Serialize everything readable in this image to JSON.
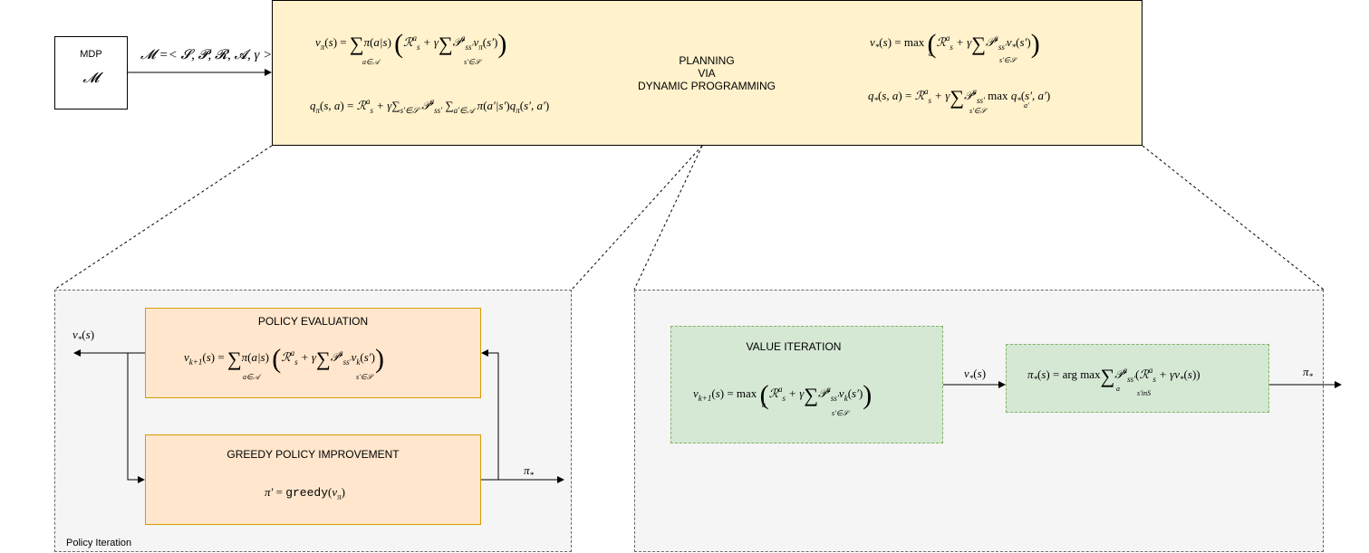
{
  "mdp": {
    "title": "MDP",
    "symbol": "𝓜"
  },
  "mdp_tuple": "𝓜 =< 𝓢, 𝓟, 𝓡, 𝓐, γ >",
  "planning": {
    "line1": "PLANNING",
    "line2": "VIA",
    "line3": "DYNAMIC PROGRAMMING"
  },
  "policy_iteration": {
    "caption": "Policy Iteration",
    "evaluation_title": "POLICY EVALUATION",
    "improvement_title": "GREEDY POLICY IMPROVEMENT",
    "output_label": "v*(s)",
    "policy_label": "π*"
  },
  "value_iteration": {
    "title": "VALUE ITERATION",
    "value_label": "v*(s)",
    "policy_label": "π*"
  },
  "colors": {
    "planning_fill": "#fff2cc",
    "planning_stroke": "#000000",
    "orange_fill": "#ffe6cc",
    "orange_stroke": "#d79b00",
    "green_fill": "#d5e8d4",
    "green_stroke": "#82b366",
    "panel_fill": "#f5f5f5",
    "panel_stroke": "#666666"
  }
}
